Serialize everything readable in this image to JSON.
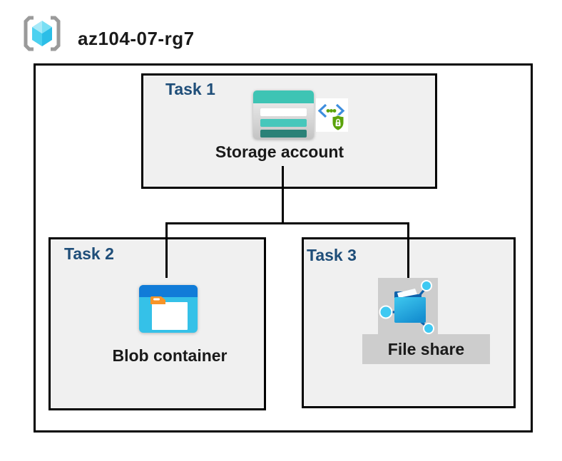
{
  "header": {
    "icon": "resource-group-icon",
    "title": "az104-07-rg7"
  },
  "tasks": [
    {
      "label": "Task 1",
      "item": "Storage account",
      "icons": [
        "storage-account-icon",
        "sas-lock-icon"
      ]
    },
    {
      "label": "Task 2",
      "item": "Blob container",
      "icons": [
        "blob-container-icon"
      ]
    },
    {
      "label": "Task 3",
      "item": "File share",
      "icons": [
        "file-share-icon"
      ]
    }
  ],
  "connections": [
    {
      "from": "Storage account",
      "to": "Blob container"
    },
    {
      "from": "Storage account",
      "to": "File share"
    }
  ],
  "colors": {
    "task_label": "#1F4E79",
    "text": "#1A1A1A",
    "box_fill": "#F0F0F0",
    "box_border": "#000000",
    "connector": "#000000",
    "storage_teal": "#3EC4B4",
    "storage_teal_mid": "#47C7BB",
    "storage_teal_dark": "#2A8177",
    "azure_blue": "#117CD8",
    "container_cyan": "#35C1E8",
    "tab_orange": "#F79428",
    "sas_blue": "#3E8EDE",
    "sas_green": "#5BA30B",
    "share_gray": "#CDCDCD",
    "node_cyan": "#3FC9F2",
    "folder_dark_blue": "#0E62AC",
    "bracket_gray": "#9A9A9A"
  }
}
